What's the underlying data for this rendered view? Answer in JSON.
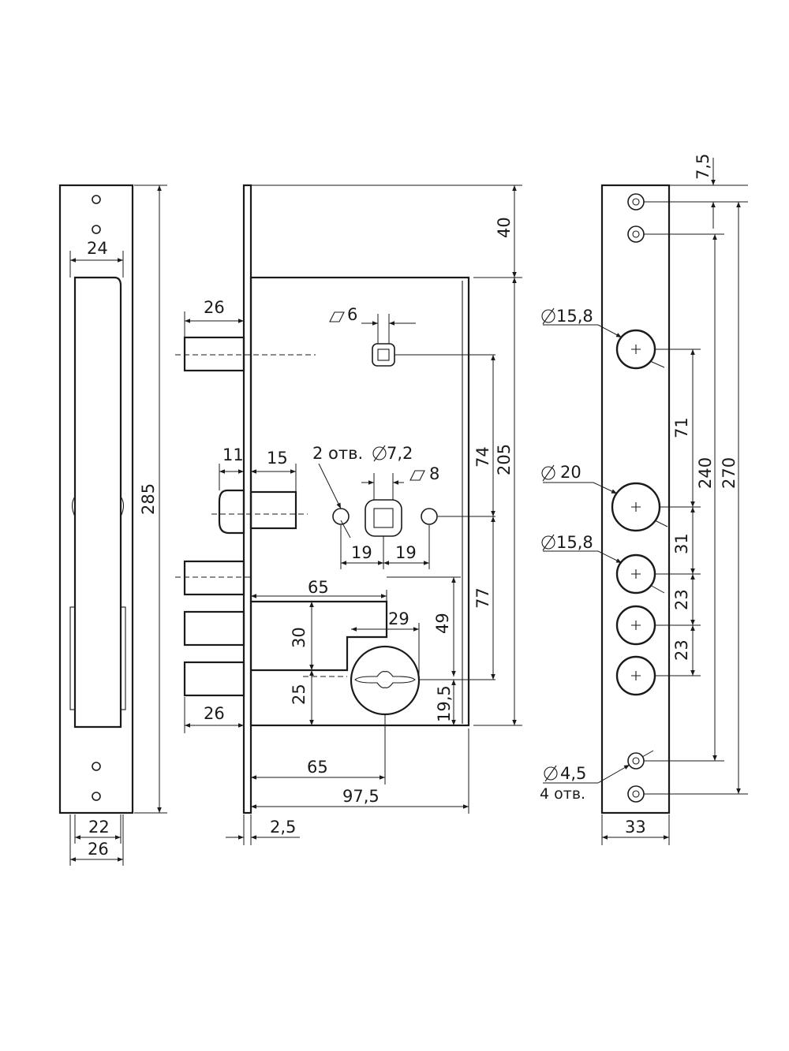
{
  "side_view": {
    "dim_faceplate_inner": "24",
    "dim_height": "285",
    "dim_bottom_inner": "22",
    "dim_bottom_outer": "26"
  },
  "front_view": {
    "dim_top_offset": "40",
    "dim_body_height": "205",
    "dim_bolt_top": "26",
    "dim_spindle_square": "6",
    "dim_latch_depth": "11",
    "dim_latch_length": "15",
    "holes_note": "2 отв.",
    "holes_diameter": "7,2",
    "dim_follower_square": "8",
    "dim_spindle_to_follower": "74",
    "dim_hole_left": "19",
    "dim_hole_right": "19",
    "dim_follower_to_cylinder": "77",
    "dim_slot_width": "65",
    "dim_cyl_offset": "29",
    "dim_slot_height": "30",
    "dim_cyl_height": "49",
    "dim_cyl_below_slot": "25",
    "dim_cyl_to_bottom": "19,5",
    "dim_bolt_bottom": "26",
    "dim_backset": "65",
    "dim_body_width": "97,5",
    "dim_plate_thickness": "2,5"
  },
  "face_view": {
    "dim_top_screw": "7,5",
    "dia_cyl_top": "15,8",
    "dim_cyl_span_top": "71",
    "dia_follower": "20",
    "dim_screw_span": "240",
    "dim_total": "270",
    "dim_follower_to_latch": "31",
    "dia_latch": "15,8",
    "dim_bolt_pitch_1": "23",
    "dim_bolt_pitch_2": "23",
    "dia_screw": "4,5",
    "screw_note": "4 отв.",
    "dim_width": "33"
  }
}
